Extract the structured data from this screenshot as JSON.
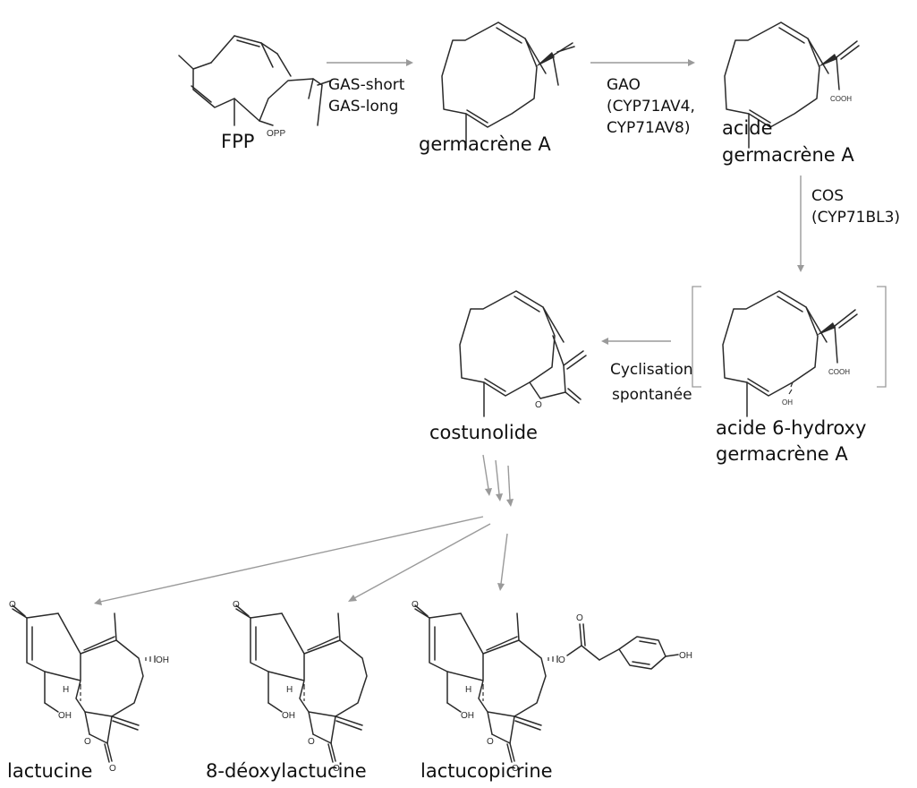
{
  "compounds": {
    "fpp": "FPP",
    "germacrene_a": "germacrène A",
    "acid_line1": "acide",
    "acid_line2": "germacrène A",
    "hydroxy_line1": "acide 6-hydroxy",
    "hydroxy_line2": "germacrène A",
    "costunolide": "costunolide",
    "lactucine": "lactucine",
    "deoxylactucine": "8-déoxylactucine",
    "lactucopicrine": "lactucopicrine"
  },
  "enzymes": {
    "gas_line1": "GAS-short",
    "gas_line2": "GAS-long",
    "gao_line1": "GAO",
    "gao_line2": "(CYP71AV4,",
    "gao_line3": "CYP71AV8)",
    "cos_line1": "COS",
    "cos_line2": "(CYP71BL3)",
    "cycl_line1": "Cyclisation",
    "cycl_line2": "spontanée"
  },
  "atoms": {
    "opp": "OPP",
    "cooh": "COOH",
    "oh": "OH",
    "o": "O",
    "h": "H"
  }
}
